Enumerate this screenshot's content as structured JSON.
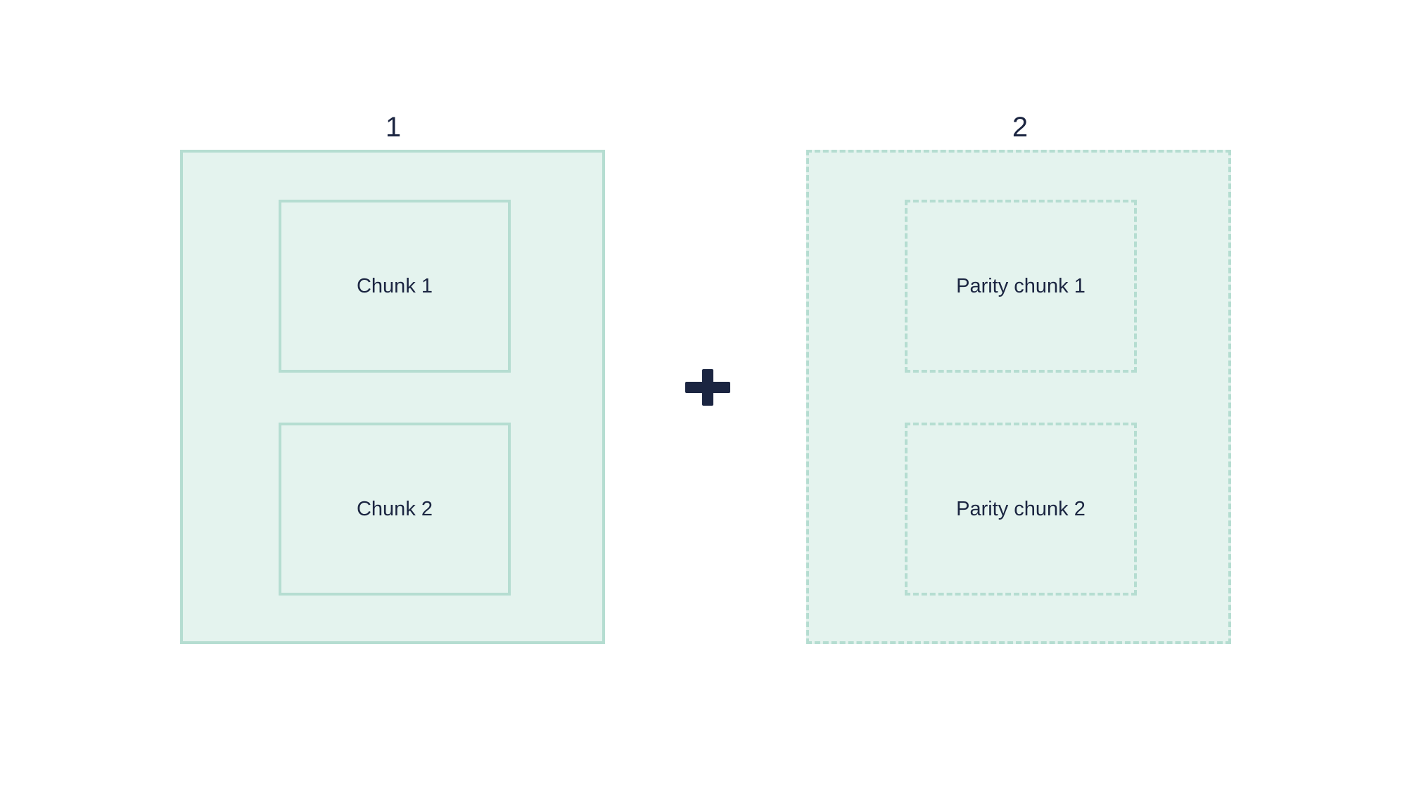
{
  "diagram": {
    "colors": {
      "box_fill": "#e4f3ee",
      "box_border": "#b5ddd1",
      "text": "#1b2541"
    },
    "data_group": {
      "label": "1",
      "border": "solid",
      "chunks": [
        "Chunk 1",
        "Chunk 2"
      ]
    },
    "operator_icon": "plus-icon",
    "parity_group": {
      "label": "2",
      "border": "dashed",
      "chunks": [
        "Parity chunk 1",
        "Parity chunk 2"
      ]
    }
  }
}
